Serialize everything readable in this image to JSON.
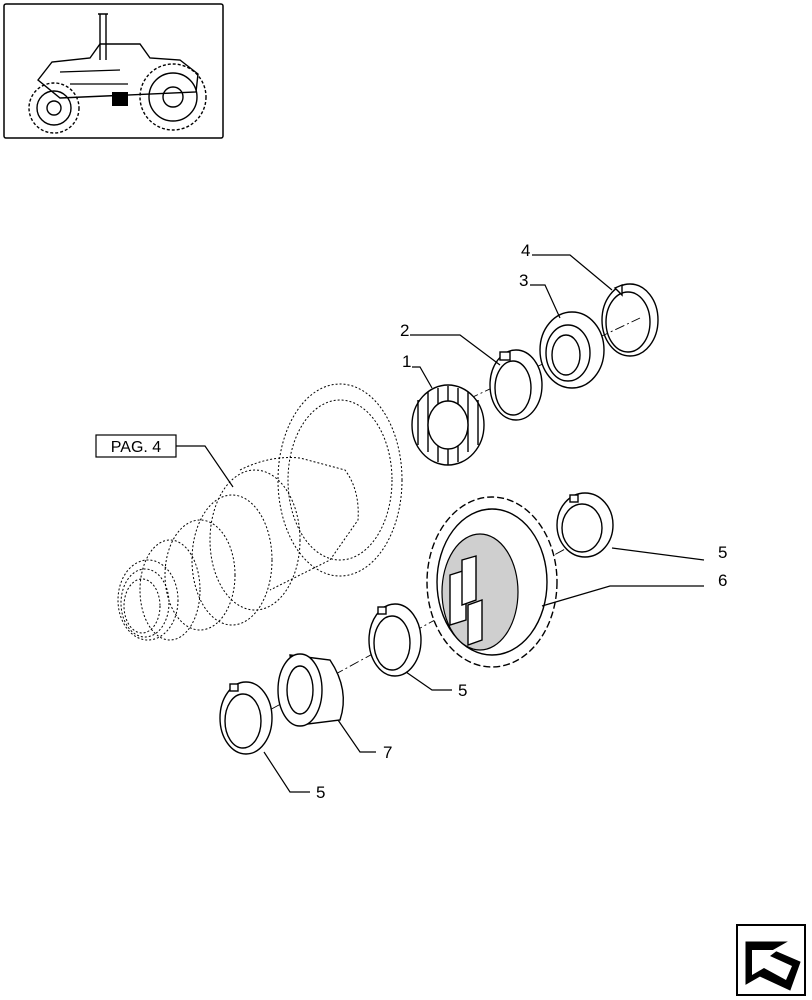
{
  "reference_label": "PAG. 4",
  "callouts": [
    {
      "id": "c1",
      "text": "1"
    },
    {
      "id": "c2",
      "text": "2"
    },
    {
      "id": "c3",
      "text": "3"
    },
    {
      "id": "c4",
      "text": "4"
    },
    {
      "id": "c5a",
      "text": "5"
    },
    {
      "id": "c5b",
      "text": "5"
    },
    {
      "id": "c5c",
      "text": "5"
    },
    {
      "id": "c6",
      "text": "6"
    },
    {
      "id": "c7",
      "text": "7"
    }
  ]
}
